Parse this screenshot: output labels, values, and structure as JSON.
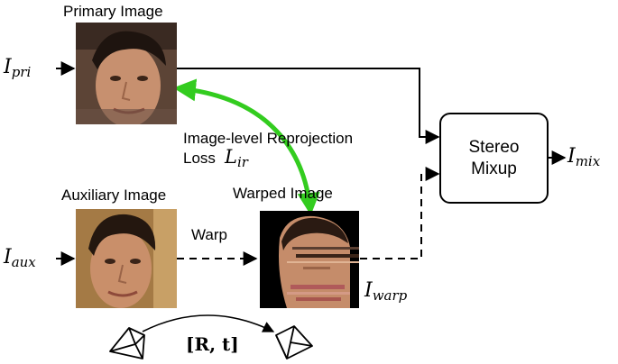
{
  "labels": {
    "primary_image": "Primary Image",
    "auxiliary_image": "Auxiliary Image",
    "warped_image": "Warped Image",
    "warp": "Warp",
    "loss_line1": "Image-level Reprojection",
    "loss_line2": "Loss",
    "stereo_line1": "Stereo",
    "stereo_line2": "Mixup"
  },
  "math": {
    "I_pri": {
      "base": "I",
      "sub": "pri"
    },
    "I_aux": {
      "base": "I",
      "sub": "aux"
    },
    "I_warp": {
      "base": "I",
      "sub": "warp"
    },
    "I_mix": {
      "base": "I",
      "sub": "mix"
    },
    "L_ir": {
      "base": "L",
      "sub": "ir"
    },
    "pose": "[R, t]"
  },
  "colors": {
    "loss_arrow": "#33cc1f",
    "line": "#000000"
  },
  "icons": [
    "face-photo-primary",
    "face-photo-auxiliary",
    "face-photo-warped",
    "camera-icon-left",
    "camera-icon-right"
  ]
}
